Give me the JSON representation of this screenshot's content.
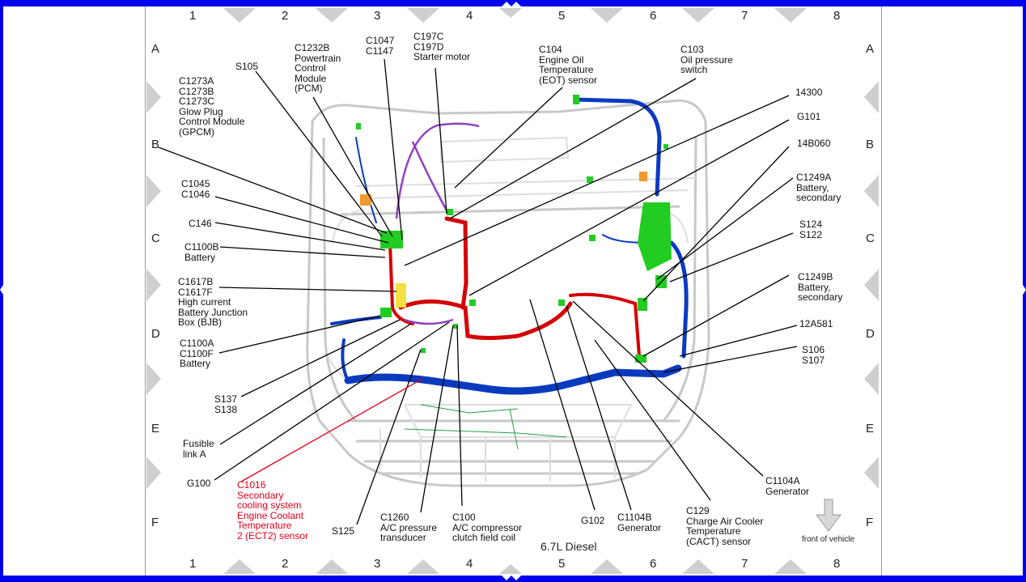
{
  "diagram": {
    "title": "6.7L Diesel",
    "front_of_vehicle": "front of vehicle",
    "columns": [
      "1",
      "2",
      "3",
      "4",
      "5",
      "6",
      "7",
      "8"
    ],
    "rows": [
      "A",
      "B",
      "C",
      "D",
      "E",
      "F"
    ],
    "callouts": {
      "c1232b": "C1232B\nPowertrain\nControl\nModule\n(PCM)",
      "c1047": "C1047\nC1147",
      "c197": "C197C\nC197D\nStarter motor",
      "c104": "C104\nEngine Oil\nTemperature\n(EOT) sensor",
      "c103": "C103\nOil pressure\nswitch",
      "s105": "S105",
      "c1273": "C1273A\nC1273B\nC1273C\nGlow Plug\nControl Module\n(GPCM)",
      "c1045": "C1045\nC1046",
      "c146": "C146",
      "c1100b": "C1100B\nBattery",
      "c1617": "C1617B\nC1617F\nHigh current\nBattery Junction\nBox (BJB)",
      "c1100a": "C1100A\nC1100F\nBattery",
      "s137": "S137\nS138",
      "fusible": "Fusible\nlink A",
      "g100": "G100",
      "c1016": "C1016\nSecondary\ncooling system\nEngine Coolant\nTemperature\n2 (ECT2) sensor",
      "s125": "S125",
      "c1260": "C1260\nA/C pressure\ntransducer",
      "c100": "C100\nA/C compressor\nclutch field coil",
      "g102": "G102",
      "c1104b": "C1104B\nGenerator",
      "c129": "C129\nCharge Air Cooler\nTemperature\n(CACT) sensor",
      "c1104a": "C1104A\nGenerator",
      "n14300": "14300",
      "g101": "G101",
      "n14b060": "14B060",
      "c1249a": "C1249A\nBattery,\nsecondary",
      "s124": "S124\nS122",
      "c1249b": "C1249B\nBattery,\nsecondary",
      "n12a581": "12A581",
      "s106": "S106\nS107"
    },
    "colors": {
      "border": "#0000ee",
      "harness_red": "#d40000",
      "harness_blue": "#0a3bbf",
      "connector_green": "#22cc22",
      "harness_purple": "#9040c0",
      "highlight_callout": "#e0001a"
    }
  }
}
